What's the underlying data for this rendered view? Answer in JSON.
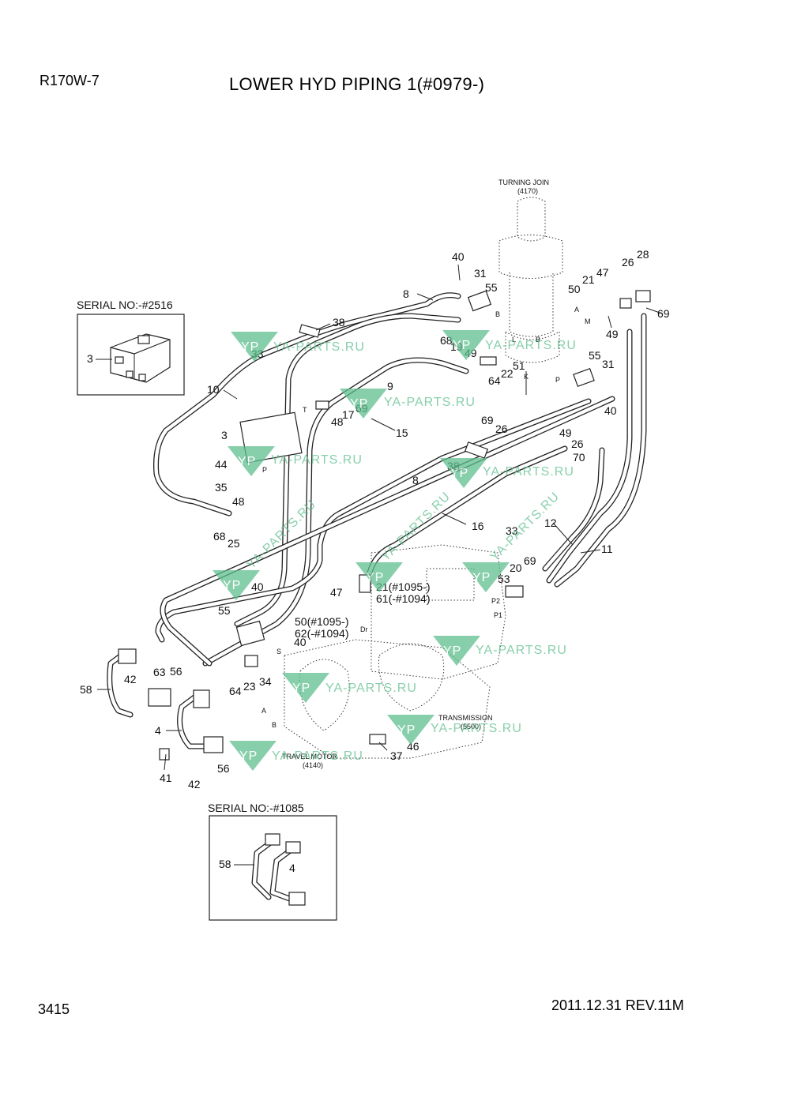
{
  "header": {
    "model": "R170W-7",
    "title": "LOWER HYD PIPING 1(#0979-)"
  },
  "footer": {
    "page_number": "3415",
    "revision": "2011.12.31  REV.11M"
  },
  "insets": {
    "serial_top": {
      "label": "SERIAL NO:-#2516",
      "callouts": [
        "3"
      ]
    },
    "serial_bottom": {
      "label": "SERIAL NO:-#1085",
      "callouts": [
        "58",
        "4"
      ]
    }
  },
  "components": {
    "turning_joint": {
      "name": "TURNING JOIN",
      "code": "(4170)"
    },
    "transmission": {
      "name": "TRANSMISSION",
      "code": "(5500)"
    },
    "travel_motor": {
      "name": "TRAVEL MOTOR",
      "code": "(4140)"
    }
  },
  "watermark": {
    "text": "YA-PARTS.RU",
    "logo": "YP",
    "color": "#5fbf8f"
  },
  "callouts": [
    "40",
    "31",
    "55",
    "8",
    "38",
    "33",
    "68",
    "19",
    "49",
    "51",
    "22",
    "64",
    "50",
    "21",
    "47",
    "26",
    "28",
    "69",
    "49",
    "55",
    "31",
    "40",
    "49",
    "26",
    "70",
    "10",
    "9",
    "69",
    "17",
    "48",
    "69",
    "26",
    "15",
    "3",
    "44",
    "35",
    "48",
    "68",
    "25",
    "38",
    "8",
    "33",
    "16",
    "12",
    "11",
    "20",
    "69",
    "53",
    "47",
    "21(#1095-)",
    "61(-#1094)",
    "50(#1095-)",
    "62(-#1094)",
    "40",
    "55",
    "40",
    "58",
    "42",
    "63",
    "56",
    "64",
    "23",
    "34",
    "4",
    "56",
    "41",
    "42",
    "46",
    "37"
  ],
  "port_letters": [
    "A",
    "B",
    "L",
    "K",
    "M",
    "P",
    "T",
    "S",
    "P2",
    "P1",
    "Dr",
    "A",
    "B",
    "B",
    "P"
  ]
}
